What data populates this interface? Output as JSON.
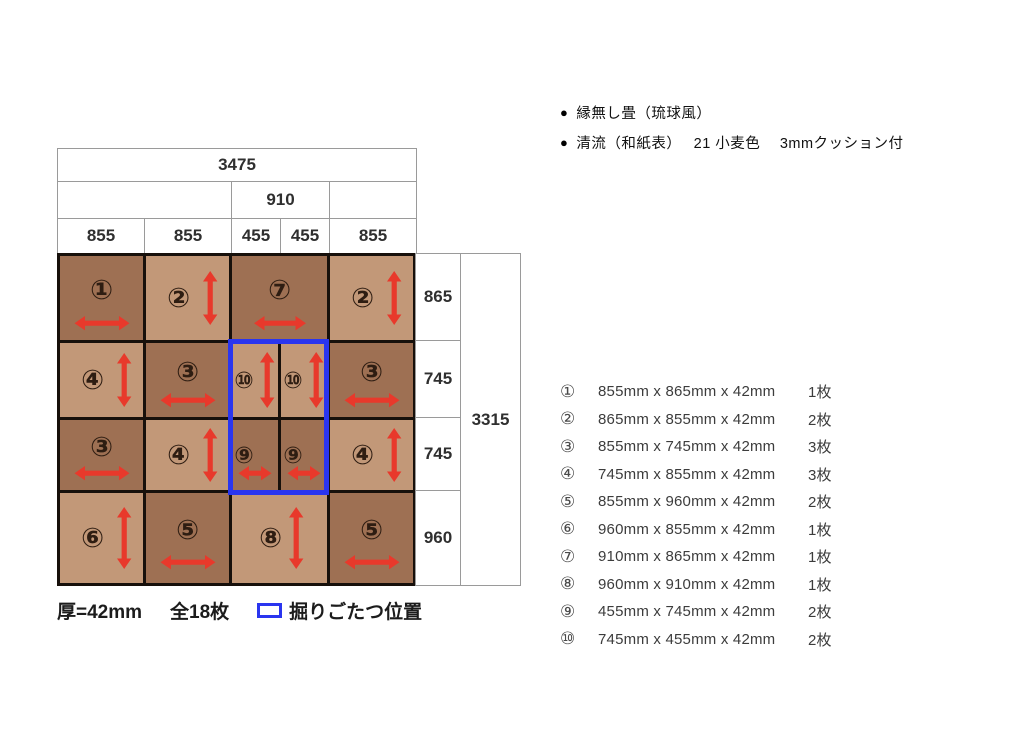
{
  "notes": [
    {
      "bullet": "●",
      "text": "縁無し畳（琉球風）"
    },
    {
      "bullet": "●",
      "text": "清流（和紙表）　 21 小麦色　 3mmクッション付"
    }
  ],
  "diagram": {
    "width_total": "3475",
    "width_middle": "910",
    "col_widths": [
      "855",
      "855",
      "455",
      "455",
      "855"
    ],
    "row_heights": [
      "865",
      "745",
      "745",
      "960"
    ],
    "height_total": "3315",
    "cells": [
      {
        "label": "①",
        "tone": "dark",
        "arrow": "h",
        "row": 1,
        "col": 1,
        "span": 1
      },
      {
        "label": "②",
        "tone": "light",
        "arrow": "v",
        "row": 1,
        "col": 2,
        "span": 1
      },
      {
        "label": "⑦",
        "tone": "dark",
        "arrow": "h",
        "row": 1,
        "col": 3,
        "span": 2
      },
      {
        "label": "②",
        "tone": "light",
        "arrow": "v",
        "row": 1,
        "col": 5,
        "span": 1
      },
      {
        "label": "④",
        "tone": "light",
        "arrow": "v",
        "row": 2,
        "col": 1,
        "span": 1
      },
      {
        "label": "③",
        "tone": "dark",
        "arrow": "h",
        "row": 2,
        "col": 2,
        "span": 1
      },
      {
        "label": "⑩",
        "tone": "light",
        "arrow": "v",
        "row": 2,
        "col": 3,
        "span": 1
      },
      {
        "label": "⑩",
        "tone": "light",
        "arrow": "v",
        "row": 2,
        "col": 4,
        "span": 1
      },
      {
        "label": "③",
        "tone": "dark",
        "arrow": "h",
        "row": 2,
        "col": 5,
        "span": 1
      },
      {
        "label": "③",
        "tone": "dark",
        "arrow": "h",
        "row": 3,
        "col": 1,
        "span": 1
      },
      {
        "label": "④",
        "tone": "light",
        "arrow": "v",
        "row": 3,
        "col": 2,
        "span": 1
      },
      {
        "label": "⑨",
        "tone": "dark",
        "arrow": "h",
        "row": 3,
        "col": 3,
        "span": 1
      },
      {
        "label": "⑨",
        "tone": "dark",
        "arrow": "h",
        "row": 3,
        "col": 4,
        "span": 1
      },
      {
        "label": "④",
        "tone": "light",
        "arrow": "v",
        "row": 3,
        "col": 5,
        "span": 1
      },
      {
        "label": "⑥",
        "tone": "light",
        "arrow": "v",
        "row": 4,
        "col": 1,
        "span": 1
      },
      {
        "label": "⑤",
        "tone": "dark",
        "arrow": "h",
        "row": 4,
        "col": 2,
        "span": 1
      },
      {
        "label": "⑧",
        "tone": "light",
        "arrow": "v",
        "row": 4,
        "col": 3,
        "span": 2
      },
      {
        "label": "⑤",
        "tone": "dark",
        "arrow": "h",
        "row": 4,
        "col": 5,
        "span": 1
      }
    ]
  },
  "legend": {
    "thickness": "厚=42mm",
    "total": "全18枚",
    "kotatsu": "掘りごたつ位置"
  },
  "size_list": [
    {
      "num": "①",
      "size": "855mm x 865mm x 42mm",
      "count": "1枚"
    },
    {
      "num": "②",
      "size": "865mm x 855mm x 42mm",
      "count": "2枚"
    },
    {
      "num": "③",
      "size": "855mm x 745mm x 42mm",
      "count": "3枚"
    },
    {
      "num": "④",
      "size": "745mm x 855mm x 42mm",
      "count": "3枚"
    },
    {
      "num": "⑤",
      "size": "855mm x 960mm x 42mm",
      "count": "2枚"
    },
    {
      "num": "⑥",
      "size": "960mm x 855mm x 42mm",
      "count": "1枚"
    },
    {
      "num": "⑦",
      "size": "910mm x 865mm x 42mm",
      "count": "1枚"
    },
    {
      "num": "⑧",
      "size": "960mm x 910mm x 42mm",
      "count": "1枚"
    },
    {
      "num": "⑨",
      "size": "455mm x 745mm x 42mm",
      "count": "2枚"
    },
    {
      "num": "⑩",
      "size": "745mm x 455mm x 42mm",
      "count": "2枚"
    }
  ],
  "colors": {
    "dark_tatami": "#9e7053",
    "light_tatami": "#c29878",
    "arrow_red": "#e8392b",
    "kotatsu_blue": "#2a35ef"
  }
}
